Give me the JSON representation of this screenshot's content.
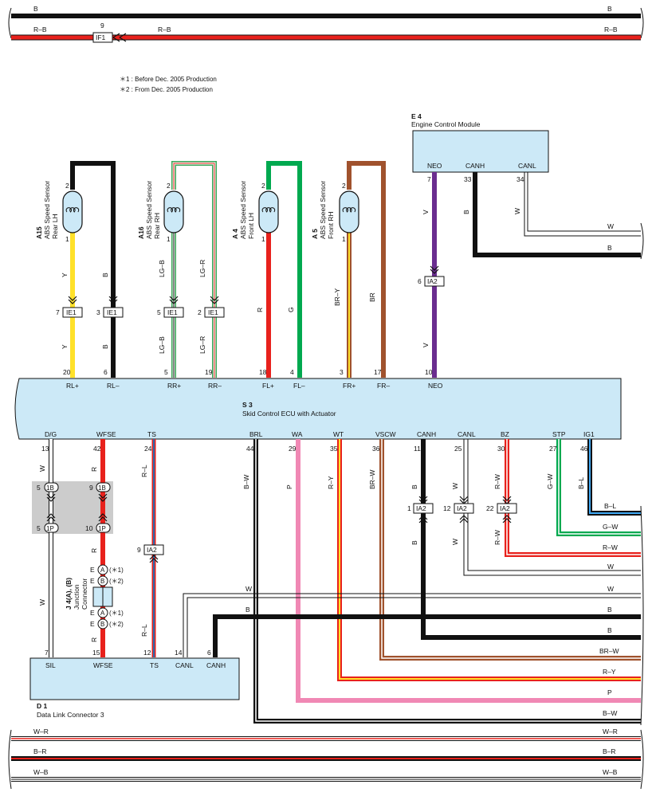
{
  "top_wires": {
    "b1": "B",
    "b2": "B",
    "rb1": "R–B",
    "rb2": "R–B",
    "rb3": "R–B",
    "if1_pin": "9",
    "if1": "IF1"
  },
  "notes": {
    "n1": "＊1 : Before Dec.  2005 Production",
    "n2": "＊2 : From Dec.  2005 Production"
  },
  "ecm": {
    "code": "E 4",
    "name": "Engine Control Module",
    "neo": "NEO",
    "canh": "CANH",
    "canl": "CANL",
    "p7": "7",
    "p33": "33",
    "p34": "34",
    "wv": "V",
    "wb": "B",
    "ww": "W",
    "out_w": "W",
    "out_b": "B",
    "ia2_pin": "6",
    "ia2": "IA2",
    "wv2": "V"
  },
  "sensors": [
    {
      "code": "A15",
      "name": "ABS Speed Sensor",
      "pos": "Rear LH"
    },
    {
      "code": "A16",
      "name": "ABS Speed Sensor",
      "pos": "Rear RH"
    },
    {
      "code": "A 4",
      "name": "ABS Speed Sensor",
      "pos": "Front LH"
    },
    {
      "code": "A 5",
      "name": "ABS Speed Sensor",
      "pos": "Front RH"
    }
  ],
  "sensor_pins": {
    "top": "2",
    "bot": "1"
  },
  "sensor_wires": {
    "y": "Y",
    "b": "B",
    "lgb": "LG–B",
    "lgr": "LG–R",
    "r": "R",
    "g": "G",
    "bry": "BR–Y",
    "br": "BR",
    "v": "V"
  },
  "ie1": {
    "label": "IE1",
    "p7": "7",
    "p3": "3",
    "p5": "5",
    "p2": "2"
  },
  "ecu": {
    "code": "S 3",
    "name": "Skid Control ECU with Actuator",
    "top_labels": [
      "RL+",
      "RL–",
      "RR+",
      "RR–",
      "FL+",
      "FL–",
      "FR+",
      "FR–",
      "NEO"
    ],
    "top_pins": [
      "20",
      "6",
      "5",
      "19",
      "18",
      "4",
      "3",
      "17",
      "10"
    ],
    "bot_labels": [
      "D/G",
      "WFSE",
      "TS",
      "BRL",
      "WA",
      "WT",
      "VSCW",
      "CANH",
      "CANL",
      "BZ",
      "STP",
      "IG1"
    ],
    "bot_pins": [
      "13",
      "42",
      "24",
      "44",
      "29",
      "35",
      "36",
      "11",
      "25",
      "30",
      "27",
      "46"
    ]
  },
  "lower_wires": {
    "w": "W",
    "r": "R",
    "rl": "R–L",
    "bw": "B–W",
    "p": "P",
    "ry": "R–Y",
    "brw": "BR–W",
    "b": "B",
    "rw": "R–W",
    "gw": "G–W",
    "bl": "B–L"
  },
  "ia2": {
    "label": "IA2",
    "p1": "1",
    "p12": "12",
    "p22": "22",
    "p9": "9"
  },
  "connectors": {
    "c1b": "1B",
    "c1p": "1P",
    "p5a": "5",
    "p5b": "5",
    "p9": "9",
    "p10": "10"
  },
  "jc": {
    "code": "J 4(A), (B)",
    "name1": "Junction",
    "name2": "Connector",
    "e": "E",
    "a": "A",
    "b": "B",
    "n1": "(＊1)",
    "n2": "(＊2)"
  },
  "right_labels": {
    "bl": "B–L",
    "gw": "G–W",
    "rw": "R–W",
    "w1": "W",
    "w2": "W",
    "b1": "B",
    "b2": "B",
    "brw": "BR–W",
    "ry": "R–Y",
    "p": "P",
    "bw": "B–W",
    "dlc_w": "W",
    "dlc_b": "B"
  },
  "dlc": {
    "code": "D 1",
    "name": "Data Link Connector 3",
    "sil": "SIL",
    "wfse": "WFSE",
    "ts": "TS",
    "canl": "CANL",
    "canh": "CANH",
    "p7": "7",
    "p15": "15",
    "p12": "12",
    "p14": "14",
    "p6": "6"
  },
  "bottom_wires": {
    "wr": "W–R",
    "br": "B–R",
    "wb": "W–B"
  }
}
